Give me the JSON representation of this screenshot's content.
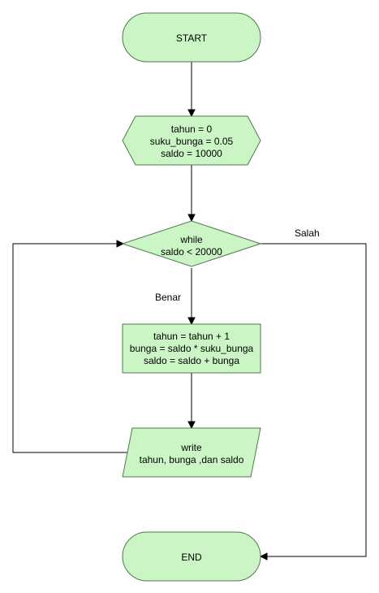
{
  "nodes": {
    "start": {
      "lines": [
        "START"
      ]
    },
    "init": {
      "lines": [
        "tahun = 0",
        "suku_bunga = 0.05",
        "saldo = 10000"
      ]
    },
    "loop": {
      "lines": [
        "while",
        "saldo < 20000"
      ]
    },
    "update": {
      "lines": [
        "tahun = tahun + 1",
        "bunga = saldo * suku_bunga",
        "saldo = saldo + bunga"
      ]
    },
    "output": {
      "lines": [
        "write",
        "tahun, bunga ,dan saldo"
      ]
    },
    "end": {
      "lines": [
        "END"
      ]
    }
  },
  "edge_labels": {
    "true_branch": "Benar",
    "false_branch": "Salah"
  },
  "colors": {
    "node_fill": "#ccf5c6",
    "node_stroke": "#4f7a4f",
    "edge": "#000000"
  }
}
